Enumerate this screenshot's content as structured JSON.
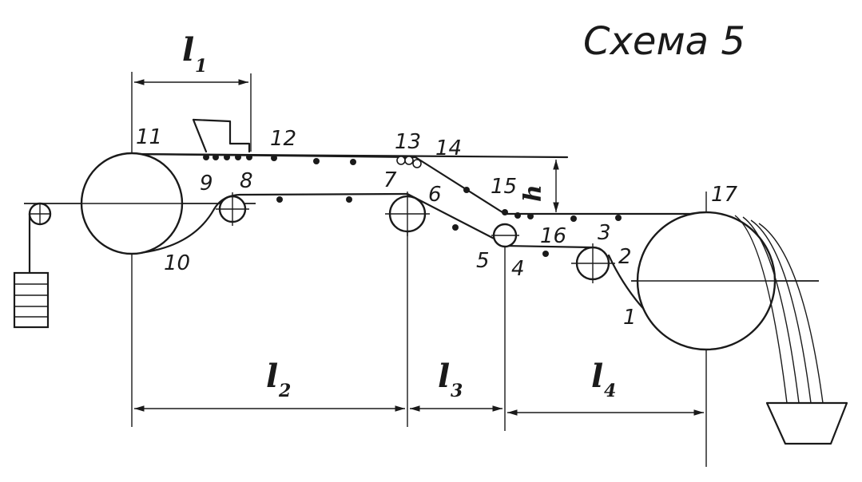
{
  "title": "Схема 5",
  "labels": {
    "n1": "1",
    "n2": "2",
    "n3": "3",
    "n4": "4",
    "n5": "5",
    "n6": "6",
    "n7": "7",
    "n8": "8",
    "n9": "9",
    "n10": "10",
    "n11": "11",
    "n12": "12",
    "n13": "13",
    "n14": "14",
    "n15": "15",
    "n16": "16",
    "n17": "17"
  },
  "dimensions": {
    "l1": {
      "letter": "l",
      "sub": "1"
    },
    "l2": {
      "letter": "l",
      "sub": "2"
    },
    "l3": {
      "letter": "l",
      "sub": "3"
    },
    "l4": {
      "letter": "l",
      "sub": "4"
    },
    "h": "h"
  }
}
